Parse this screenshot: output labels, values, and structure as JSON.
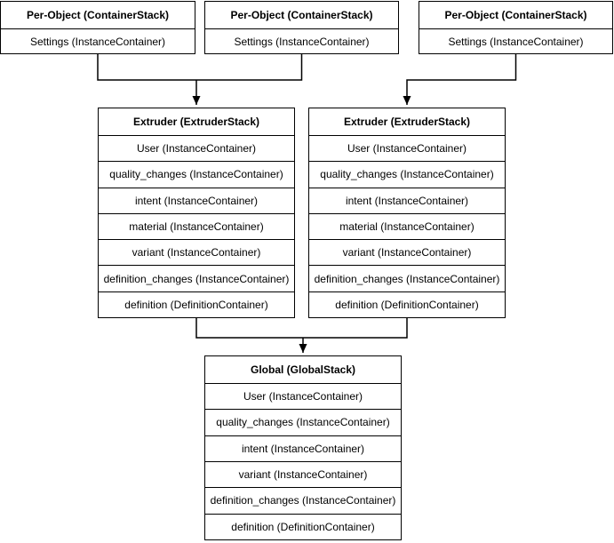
{
  "per_object_stacks": [
    {
      "title": "Per-Object (ContainerStack)",
      "rows": [
        "Settings (InstanceContainer)"
      ]
    },
    {
      "title": "Per-Object (ContainerStack)",
      "rows": [
        "Settings (InstanceContainer)"
      ]
    },
    {
      "title": "Per-Object (ContainerStack)",
      "rows": [
        "Settings (InstanceContainer)"
      ]
    }
  ],
  "extruder_stacks": [
    {
      "title": "Extruder (ExtruderStack)",
      "rows": [
        "User (InstanceContainer)",
        "quality_changes (InstanceContainer)",
        "intent (InstanceContainer)",
        "material (InstanceContainer)",
        "variant (InstanceContainer)",
        "definition_changes (InstanceContainer)",
        "definition (DefinitionContainer)"
      ]
    },
    {
      "title": "Extruder (ExtruderStack)",
      "rows": [
        "User (InstanceContainer)",
        "quality_changes (InstanceContainer)",
        "intent (InstanceContainer)",
        "material (InstanceContainer)",
        "variant (InstanceContainer)",
        "definition_changes (InstanceContainer)",
        "definition (DefinitionContainer)"
      ]
    }
  ],
  "global_stack": {
    "title": "Global (GlobalStack)",
    "rows": [
      "User (InstanceContainer)",
      "quality_changes (InstanceContainer)",
      "intent (InstanceContainer)",
      "variant (InstanceContainer)",
      "definition_changes (InstanceContainer)",
      "definition (DefinitionContainer)"
    ]
  },
  "colors": {
    "line": "#000000",
    "box_fill": "#ffffff",
    "text": "#000000"
  }
}
